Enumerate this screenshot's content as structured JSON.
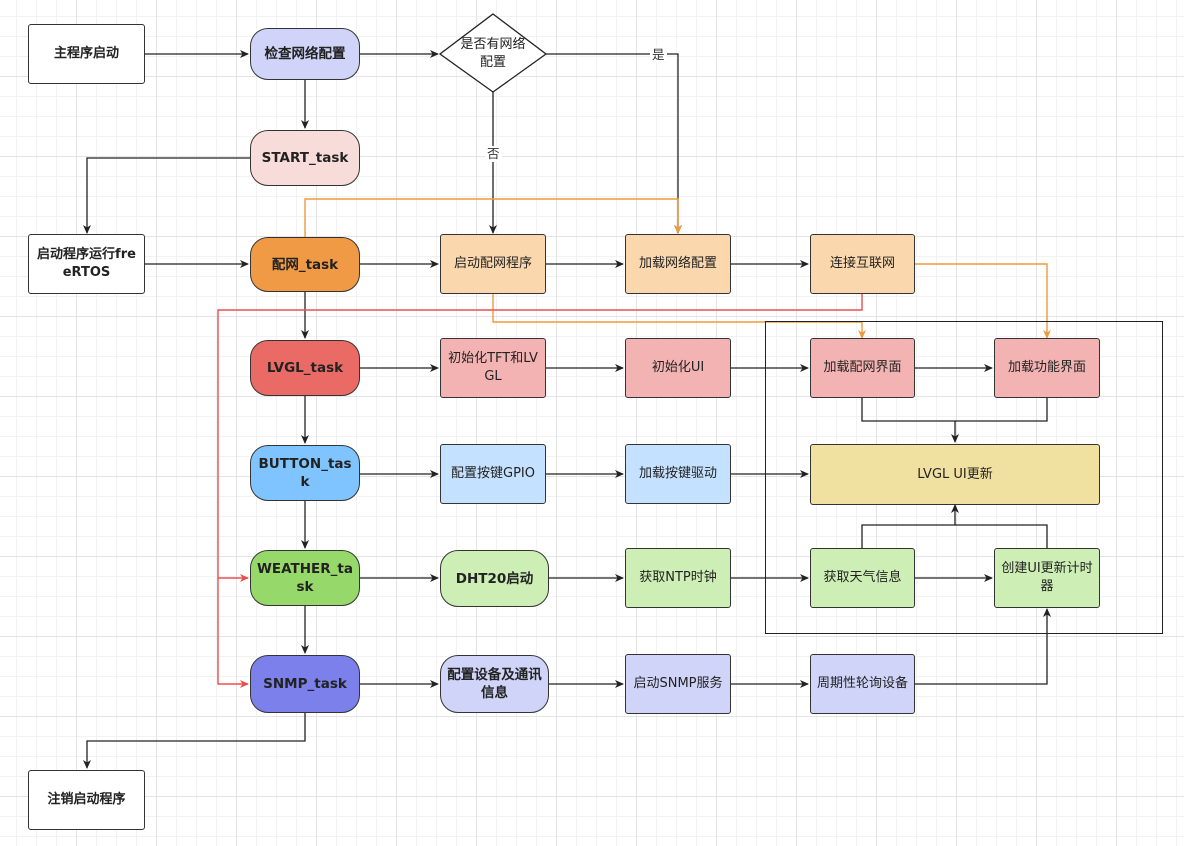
{
  "nodes": {
    "main_start": "主程序启动",
    "check_net": "检查网络配置",
    "decision": "是否有网络配置",
    "start_task": "START_task",
    "freertos": "启动程序运行freeRTOS",
    "netcfg_task": "配网_task",
    "start_netcfg": "启动配网程序",
    "load_netcfg": "加载网络配置",
    "connect_net": "连接互联网",
    "lvgl_task": "LVGL_task",
    "init_tft": "初始化TFT和LVGL",
    "init_ui": "初始化UI",
    "load_netcfg_ui": "加载配网界面",
    "load_func_ui": "加载功能界面",
    "button_task": "BUTTON_task",
    "cfg_button": "配置按键GPIO",
    "load_button": "加载按键驱动",
    "lvgl_ui_update": "LVGL UI更新",
    "weather_task": "WEATHER_task",
    "dht20": "DHT20启动",
    "get_ntp": "获取NTP时钟",
    "get_weather": "获取天气信息",
    "create_timer": "创建UI更新计时器",
    "snmp_task": "SNMP_task",
    "cfg_device": "配置设备及通讯信息",
    "start_snmp": "启动SNMP服务",
    "poll_device": "周期性轮询设备",
    "end_program": "注销启动程序"
  },
  "edge_labels": {
    "yes": "是",
    "no": "否"
  },
  "colors": {
    "peach": "#fad7ac",
    "pink": "#f8cecc",
    "rose": "#f4b3b3",
    "orange": "#f09a45",
    "red": "#ea6b66",
    "blue": "#7fc3ff",
    "light_blue": "#c4e1ff",
    "yellow": "#f0e1a0",
    "green": "#97d86a",
    "light_green": "#cdeeb5",
    "purple": "#7b80ea",
    "lavender": "#d0d4f8",
    "orange_line": "#ef9a3c",
    "red_line": "#e85050",
    "line": "#222222"
  }
}
